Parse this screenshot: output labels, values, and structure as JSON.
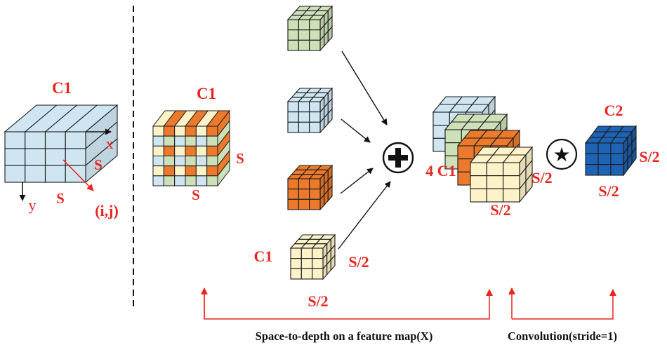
{
  "colors": {
    "label_red": "#e8261f",
    "light_blue": "#cfe6f2",
    "green": "#cde0b8",
    "orange": "#ec7a2c",
    "cream": "#fdf2c8",
    "dark_blue": "#1f63b4",
    "outline": "#1a1a1a"
  },
  "input_cube": {
    "channel_label": "C1",
    "side_label": "S",
    "bottom_label": "S",
    "axis_x": "x",
    "axis_y": "y",
    "pixel_label": "(i,j)"
  },
  "mixed_cube": {
    "channel_label": "C1",
    "side_label": "S",
    "bottom_label": "S"
  },
  "sub_cubes": {
    "channel_label": "C1",
    "side_label": "S/2",
    "bottom_label": "S/2",
    "order": [
      "green",
      "light_blue",
      "orange",
      "cream"
    ]
  },
  "plus_symbol": "+",
  "concat_stack": {
    "channel_label": "4 C1",
    "side_label": "S/2",
    "bottom_label": "S/2"
  },
  "conv_symbol": "★",
  "output_cube": {
    "channel_label": "C2",
    "side_label": "S/2",
    "bottom_label": "S/2"
  },
  "captions": {
    "space_to_depth": "Space-to-depth on a feature map(X)",
    "convolution": "Convolution(stride=1)"
  }
}
